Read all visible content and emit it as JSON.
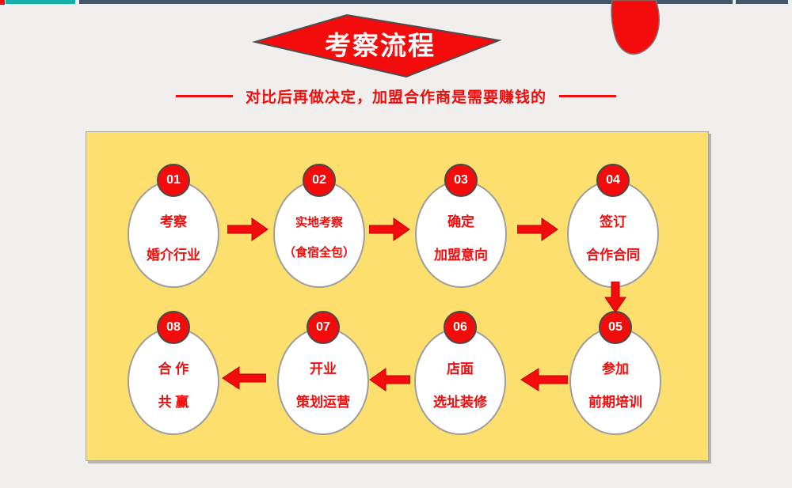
{
  "banner": {
    "title": "考察流程"
  },
  "subtitle": {
    "text": "对比后再做决定，加盟合作商是需要赚钱的"
  },
  "steps": [
    {
      "num": "01",
      "line1": "考察",
      "line2": "婚介行业"
    },
    {
      "num": "02",
      "line1": "实地考察",
      "line2": "（食宿全包）"
    },
    {
      "num": "03",
      "line1": "确定",
      "line2": "加盟意向"
    },
    {
      "num": "04",
      "line1": "签订",
      "line2": "合作合同"
    },
    {
      "num": "05",
      "line1": "参加",
      "line2": "前期培训"
    },
    {
      "num": "06",
      "line1": "店面",
      "line2": "选址装修"
    },
    {
      "num": "07",
      "line1": "开业",
      "line2": "策划运营"
    },
    {
      "num": "08",
      "line1": "合 作",
      "line2": "共 赢"
    }
  ],
  "colors": {
    "red": "#F40B0B",
    "teal_bar": "#14AFA9",
    "dark_bar": "#445668",
    "panel_yellow": "#FCDF6D",
    "panel_border": "#A9A69E",
    "ellipse_border": "#9E9E9E",
    "background": "#F0EFEE",
    "text_white": "#FFFFFF"
  }
}
